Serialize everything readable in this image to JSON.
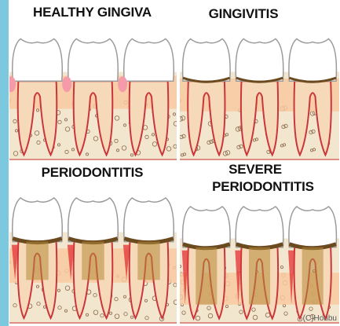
{
  "colors": {
    "side_bar": "#7cc9df",
    "tooth": "#ffffff",
    "tooth_outline": "#9a9a9a",
    "gum": "#f7c9a0",
    "gum_deep": "#f0a56b",
    "root_outline": "#c9363b",
    "healthy_gum_tip": "#f59aa8",
    "plaque": "#6b4a1f",
    "tartar": "#b58a3a",
    "bone_spots": "#8a6a4a",
    "bone_bg": "#f3e6cf",
    "inflamed": "#e53b3b"
  },
  "panels": [
    {
      "title": "HEALTHY GINGIVA",
      "stage": "healthy"
    },
    {
      "title": "GINGIVITIS",
      "stage": "gingivitis"
    },
    {
      "title": "PERIODONTITIS",
      "stage": "periodontitis"
    },
    {
      "title_line1": "SEVERE",
      "title_line2": "PERIODONTITIS",
      "stage": "severe"
    }
  ],
  "copyright": "(C)Houbu"
}
